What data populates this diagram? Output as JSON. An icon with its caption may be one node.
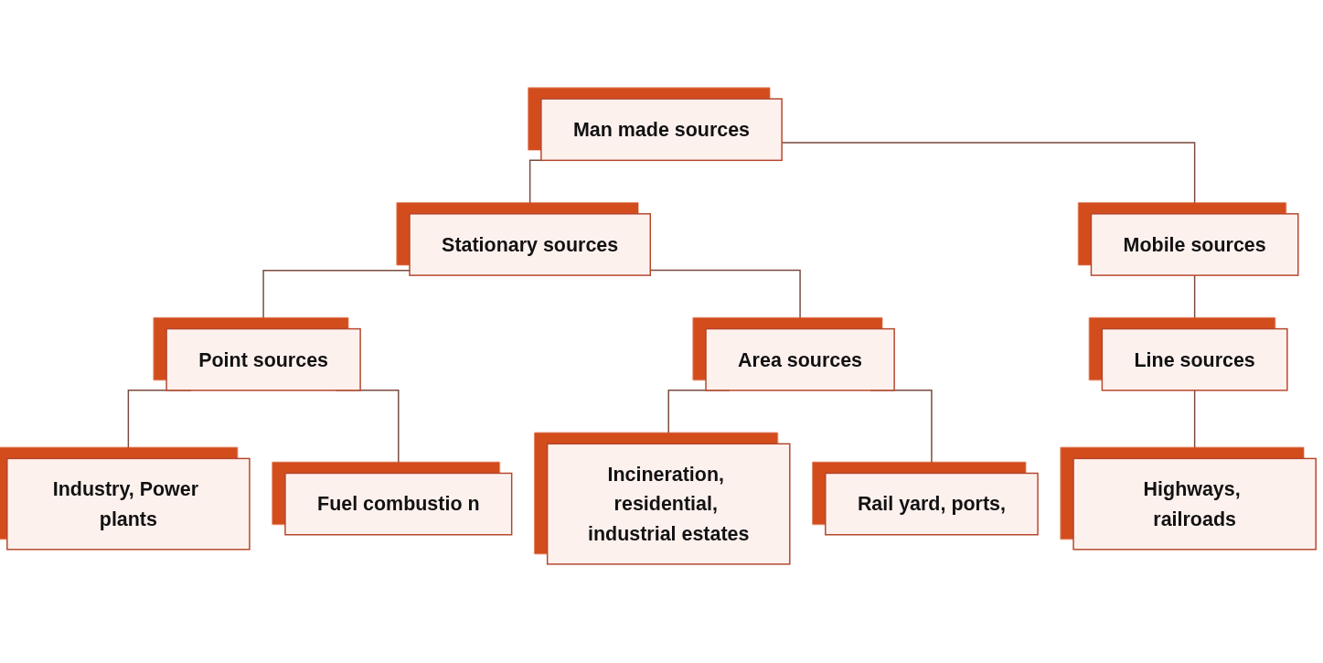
{
  "diagram": {
    "nodes": [
      {
        "text": [
          "Man made sources"
        ]
      },
      {
        "text": [
          "Stationary sources"
        ]
      },
      {
        "text": [
          "Mobile sources"
        ]
      },
      {
        "text": [
          "Point sources"
        ]
      },
      {
        "text": [
          "Area sources"
        ]
      },
      {
        "text": [
          "Line sources"
        ]
      },
      {
        "text": [
          "Industry, Power plants"
        ]
      },
      {
        "text": [
          "Fuel combustio n"
        ]
      },
      {
        "text": [
          "Incineration, residential, industrial estates"
        ]
      },
      {
        "text": [
          "Rail yard, ports,"
        ]
      },
      {
        "text": [
          "Highways, railroads"
        ]
      }
    ],
    "edges": [
      {
        "from": 0,
        "to": 1,
        "arrow": "none"
      },
      {
        "from": 0,
        "to": 2,
        "arrow": "none"
      },
      {
        "from": 1,
        "to": 3,
        "arrow": "none"
      },
      {
        "from": 1,
        "to": 4,
        "arrow": "none"
      },
      {
        "from": 2,
        "to": 5,
        "arrow": "none"
      },
      {
        "from": 3,
        "to": 6,
        "arrow": "none"
      },
      {
        "from": 3,
        "to": 7,
        "arrow": "none"
      },
      {
        "from": 4,
        "to": 8,
        "arrow": "none"
      },
      {
        "from": 4,
        "to": 9,
        "arrow": "none"
      },
      {
        "from": 5,
        "to": 10,
        "arrow": "none"
      }
    ]
  }
}
